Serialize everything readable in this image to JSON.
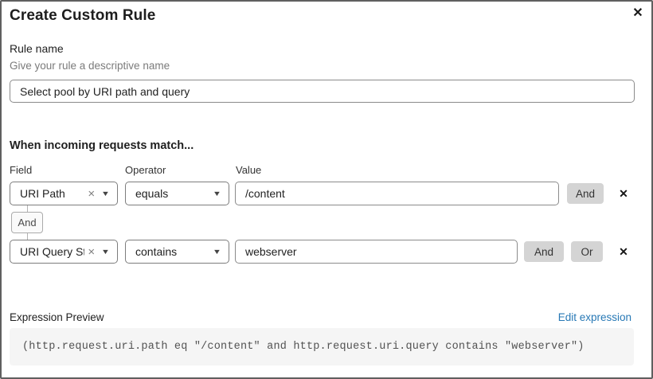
{
  "dialog": {
    "title": "Create Custom Rule"
  },
  "icons": {
    "close": "✕",
    "remove": "✕",
    "clear": "×",
    "caret": "▼"
  },
  "rule_name": {
    "label": "Rule name",
    "helper": "Give your rule a descriptive name",
    "value": "Select pool by URI path and query"
  },
  "match": {
    "heading": "When incoming requests match...",
    "columns": {
      "field": "Field",
      "operator": "Operator",
      "value": "Value"
    },
    "connector": "And",
    "rows": [
      {
        "field": "URI Path",
        "operator": "equals",
        "value": "/content",
        "buttons": [
          "And"
        ]
      },
      {
        "field": "URI Query St...",
        "operator": "contains",
        "value": "webserver",
        "buttons": [
          "And",
          "Or"
        ]
      }
    ]
  },
  "expression": {
    "label": "Expression Preview",
    "edit_link": "Edit expression",
    "code": "(http.request.uri.path eq \"/content\" and http.request.uri.query contains \"webserver\")"
  },
  "colors": {
    "accent_link": "#2778b5",
    "button_gray": "#d4d4d4",
    "code_background": "#f5f5f5",
    "control_border": "#7d7d7d",
    "helper_text": "#7b7b7b",
    "text": "#1f1f1f",
    "dialog_border": "#5f5f5f"
  }
}
